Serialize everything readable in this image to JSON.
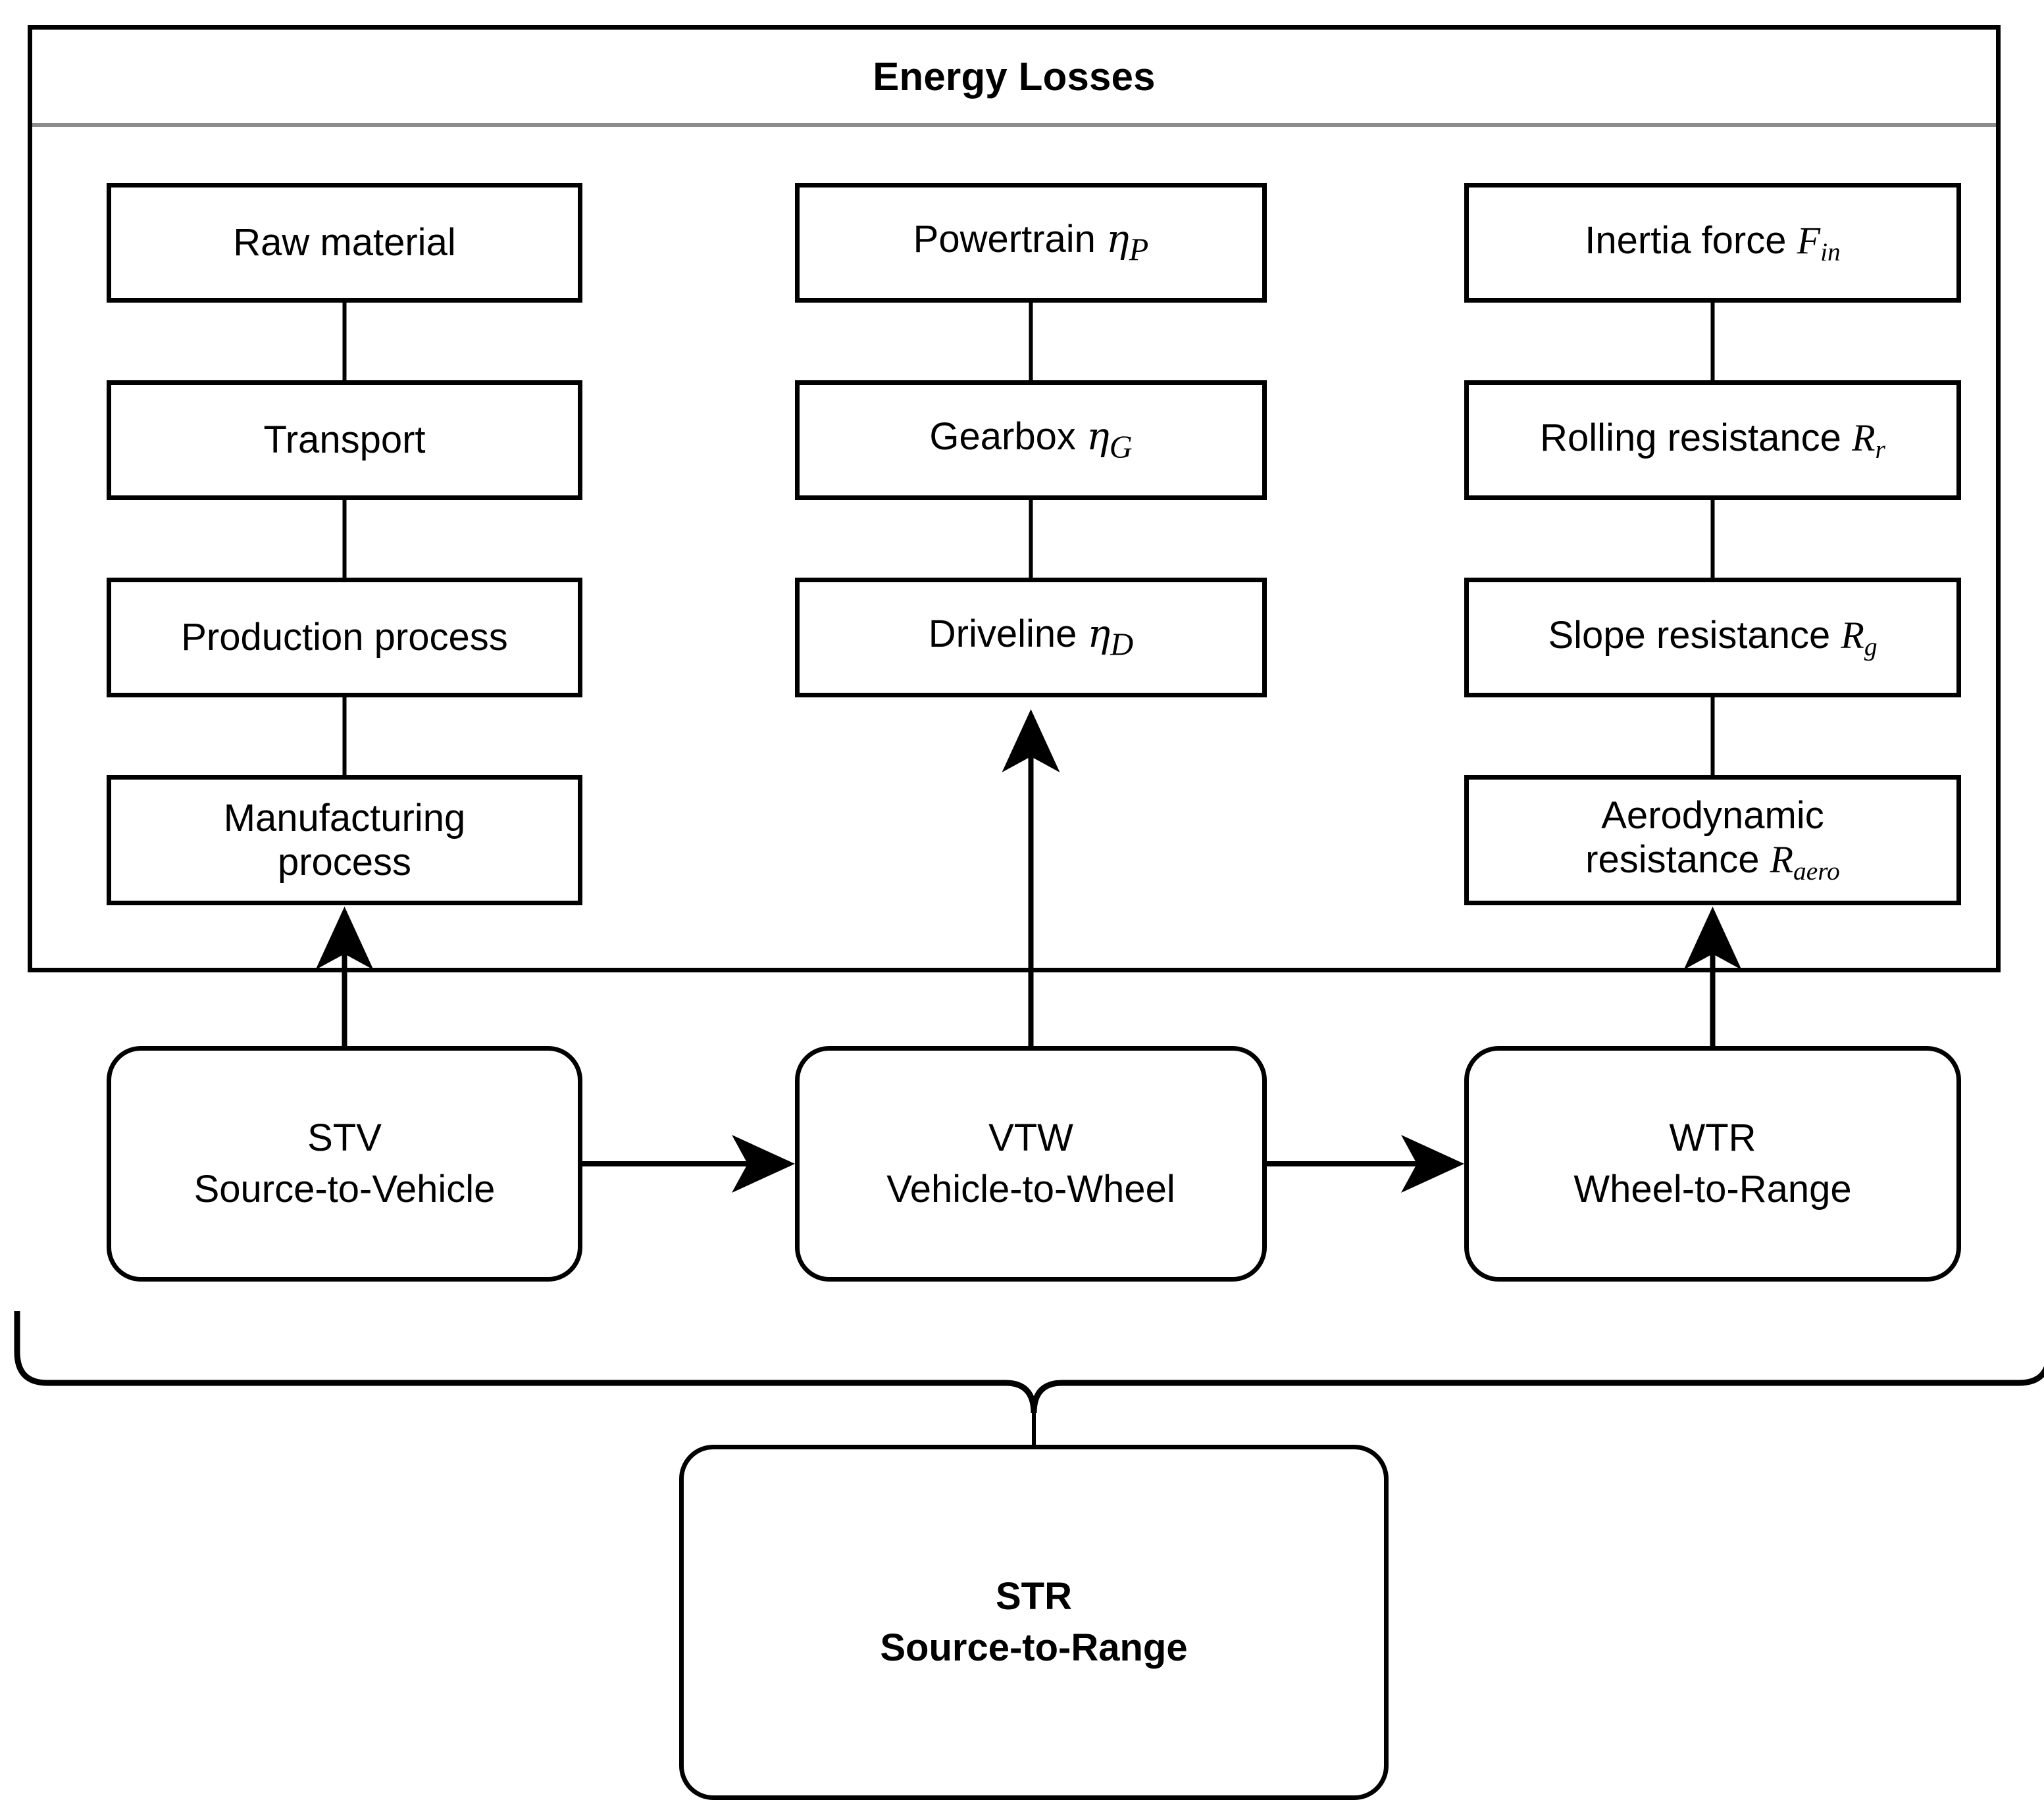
{
  "diagram": {
    "title": "Energy Losses",
    "columns": [
      {
        "id": "stv-losses",
        "nodes": [
          {
            "label": "Raw material"
          },
          {
            "label": "Transport"
          },
          {
            "label": "Production process"
          },
          {
            "label": "Manufacturing process",
            "line1": "Manufacturing",
            "line2": "process"
          }
        ]
      },
      {
        "id": "vtw-losses",
        "nodes": [
          {
            "label": "Powertrain",
            "symbol": "η",
            "subscript": "P"
          },
          {
            "label": "Gearbox",
            "symbol": "η",
            "subscript": "G"
          },
          {
            "label": "Driveline",
            "symbol": "η",
            "subscript": "D"
          }
        ]
      },
      {
        "id": "wtr-losses",
        "nodes": [
          {
            "label": "Inertia force",
            "symbol": "F",
            "subscript": "in"
          },
          {
            "label": "Rolling resistance",
            "symbol": "R",
            "subscript": "r"
          },
          {
            "label": "Slope resistance",
            "symbol": "R",
            "subscript": "g"
          },
          {
            "label": "Aerodynamic resistance",
            "line1": "Aerodynamic",
            "line2": "resistance",
            "symbol": "R",
            "subscript": "aero"
          }
        ]
      }
    ],
    "stages": [
      {
        "abbr": "STV",
        "name": "Source-to-Vehicle"
      },
      {
        "abbr": "VTW",
        "name": "Vehicle-to-Wheel"
      },
      {
        "abbr": "WTR",
        "name": "Wheel-to-Range"
      }
    ],
    "total": {
      "abbr": "STR",
      "name": "Source-to-Range"
    },
    "colors": {
      "stroke": "#000000",
      "divider": "#8c8c8c",
      "background": "#ffffff"
    }
  }
}
